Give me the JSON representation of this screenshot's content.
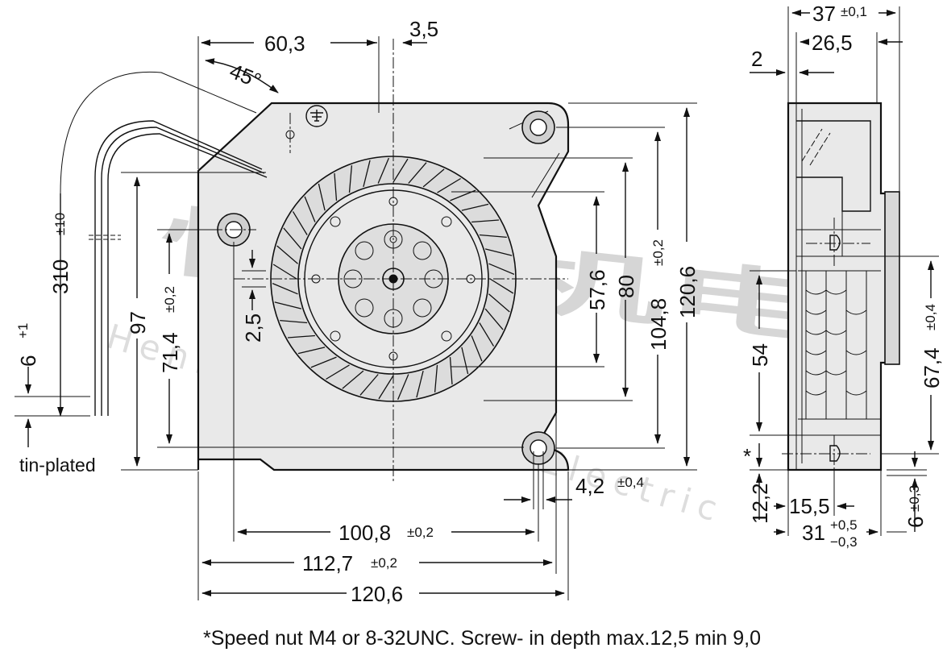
{
  "colors": {
    "housing": "#e9e9e9",
    "line": "#111111",
    "background": "#ffffff",
    "watermark": "#d6d6d6"
  },
  "watermark": {
    "cn": "恒力机电",
    "en": "Henry Mechanical Electric"
  },
  "front_view": {
    "dims": {
      "d60": "60,3",
      "d3_5": "3,5",
      "angle": "45°",
      "cable": "310",
      "cable_tol": "±10",
      "strip": "6",
      "strip_tol": "+1",
      "tin": "tin-plated",
      "d97": "97",
      "d71": "71,4",
      "d71_tol": "±0,2",
      "d2_5": "2,5",
      "d57": "57,6",
      "d80": "80",
      "d104": "104,8",
      "d104_tol": "±0,2",
      "d120v": "120,6",
      "d4_2": "4,2",
      "d4_2_tol": "±0,4",
      "d100": "100,8",
      "d100_tol": "±0,2",
      "d112": "112,7",
      "d112_tol": "±0,2",
      "d120h": "120,6"
    }
  },
  "side_view": {
    "dims": {
      "d37": "37",
      "d37_tol": "±0,1",
      "d26": "26,5",
      "d2": "2",
      "d54": "54",
      "d67": "67,4",
      "d67_tol": "±0,4",
      "star": "*",
      "d12": "12,2",
      "d15": "15,5",
      "d31": "31",
      "d31_tol_up": "+0,5",
      "d31_tol_dn": "−0,3",
      "d6": "6",
      "d6_tol": "±0,3"
    }
  },
  "footnote": "*Speed nut M4 or 8-32UNC. Screw- in depth max.12,5 min 9,0"
}
